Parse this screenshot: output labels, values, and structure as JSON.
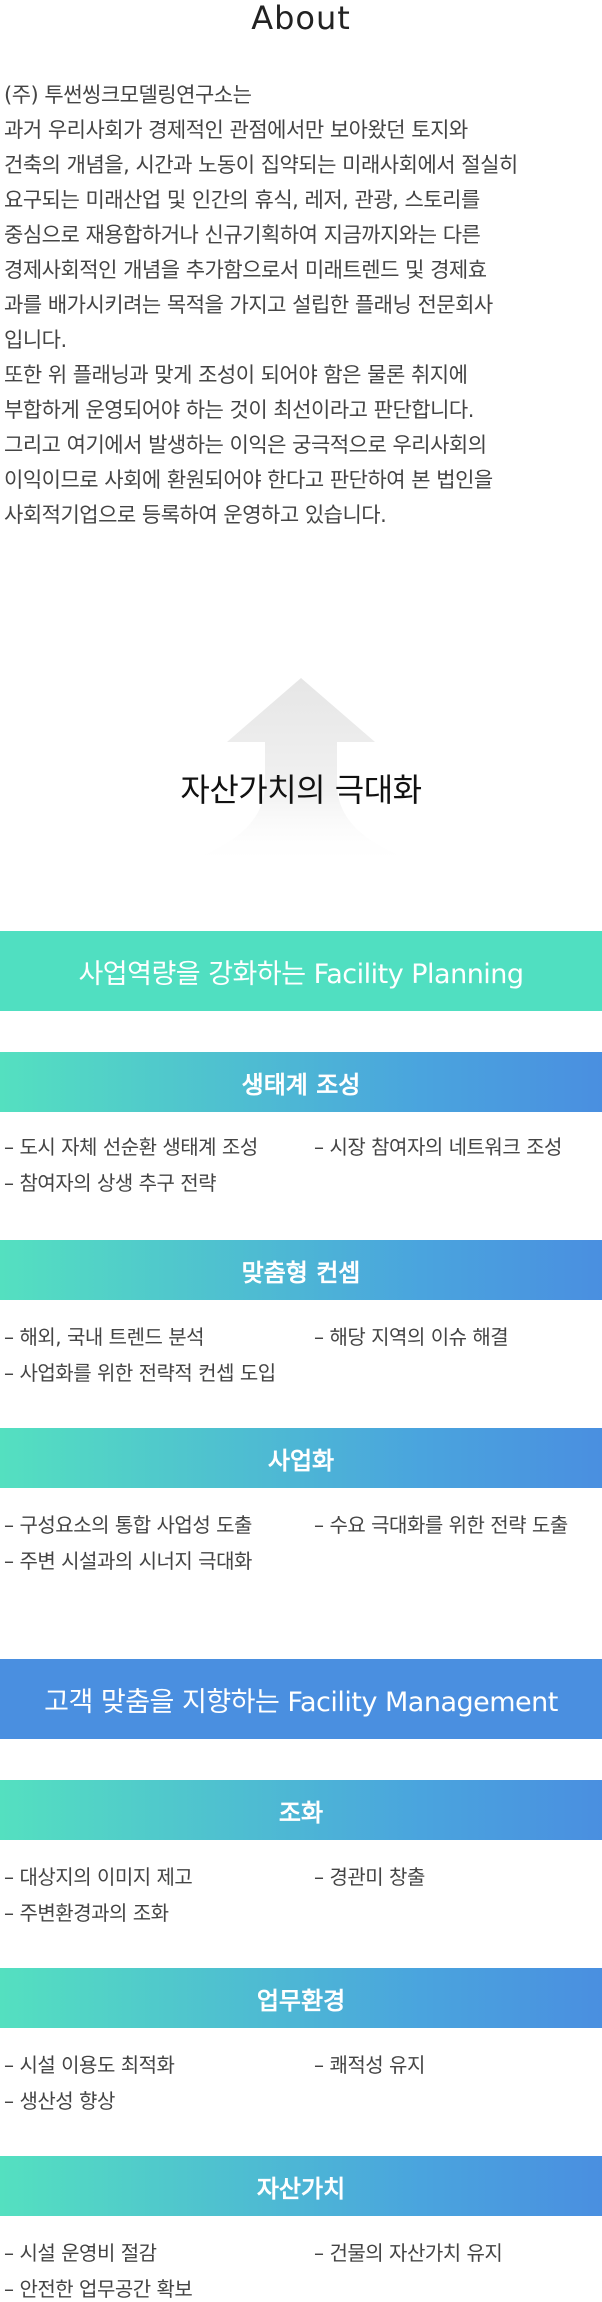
{
  "about": {
    "title": "About",
    "lines": [
      "(주) 투썬씽크모델링연구소는",
      "과거 우리사회가 경제적인 관점에서만 보아왔던 토지와",
      "건축의 개념을, 시간과 노동이 집약되는 미래사회에서 절실히",
      "요구되는 미래산업 및 인간의 휴식, 레저, 관광, 스토리를",
      "중심으로 재용합하거나 신규기획하여 지금까지와는 다른",
      "경제사회적인 개념을 추가함으로서 미래트렌드 및 경제효",
      "과를 배가시키려는 목적을 가지고 설립한 플래닝 전문회사",
      "입니다.",
      "또한 위 플래닝과 맞게 조성이 되어야 함은 물론 취지에",
      "부합하게 운영되어야 하는 것이 최선이라고 판단합니다.",
      "그리고 여기에서 발생하는 이익은 궁극적으로  우리사회의",
      "이익이므로 사회에 환원되어야 한다고 판단하여 본 법인을",
      "사회적기업으로 등록하여 운영하고 있습니다."
    ]
  },
  "arrow": {
    "label": "자산가치의 극대화"
  },
  "planning": {
    "banner": "사업역량을 강화하는 Facility Planning",
    "sections": [
      {
        "title": "생태계 조성",
        "items": [
          "도시 자체 선순환 생태계 조성",
          "시장 참여자의 네트워크 조성",
          "참여자의 상생 추구 전략"
        ]
      },
      {
        "title": "맞춤형 컨셉",
        "items": [
          "해외, 국내 트렌드 분석",
          "해당 지역의 이슈 해결",
          "사업화를 위한 전략적 컨셉 도입"
        ]
      },
      {
        "title": "사업화",
        "items": [
          "구성요소의 통합 사업성 도출",
          "수요 극대화를 위한 전략 도출",
          "주변 시설과의 시너지 극대화"
        ]
      }
    ]
  },
  "management": {
    "banner": "고객 맞춤을 지향하는 Facility Management",
    "sections": [
      {
        "title": "조화",
        "items": [
          "대상지의 이미지 제고",
          "경관미 창출",
          "주변환경과의 조화"
        ]
      },
      {
        "title": "업무환경",
        "items": [
          "시설 이용도 최적화",
          "쾌적성 유지",
          "생산성 향상"
        ]
      },
      {
        "title": "자산가치",
        "items": [
          "시설 운영비 절감",
          "건물의 자산가치 유지",
          "안전한 업무공간 확보"
        ]
      }
    ]
  },
  "dash": "–",
  "colors": {
    "green": "#50dfc1",
    "blue": "#4a8fe0",
    "text": "#444444"
  }
}
